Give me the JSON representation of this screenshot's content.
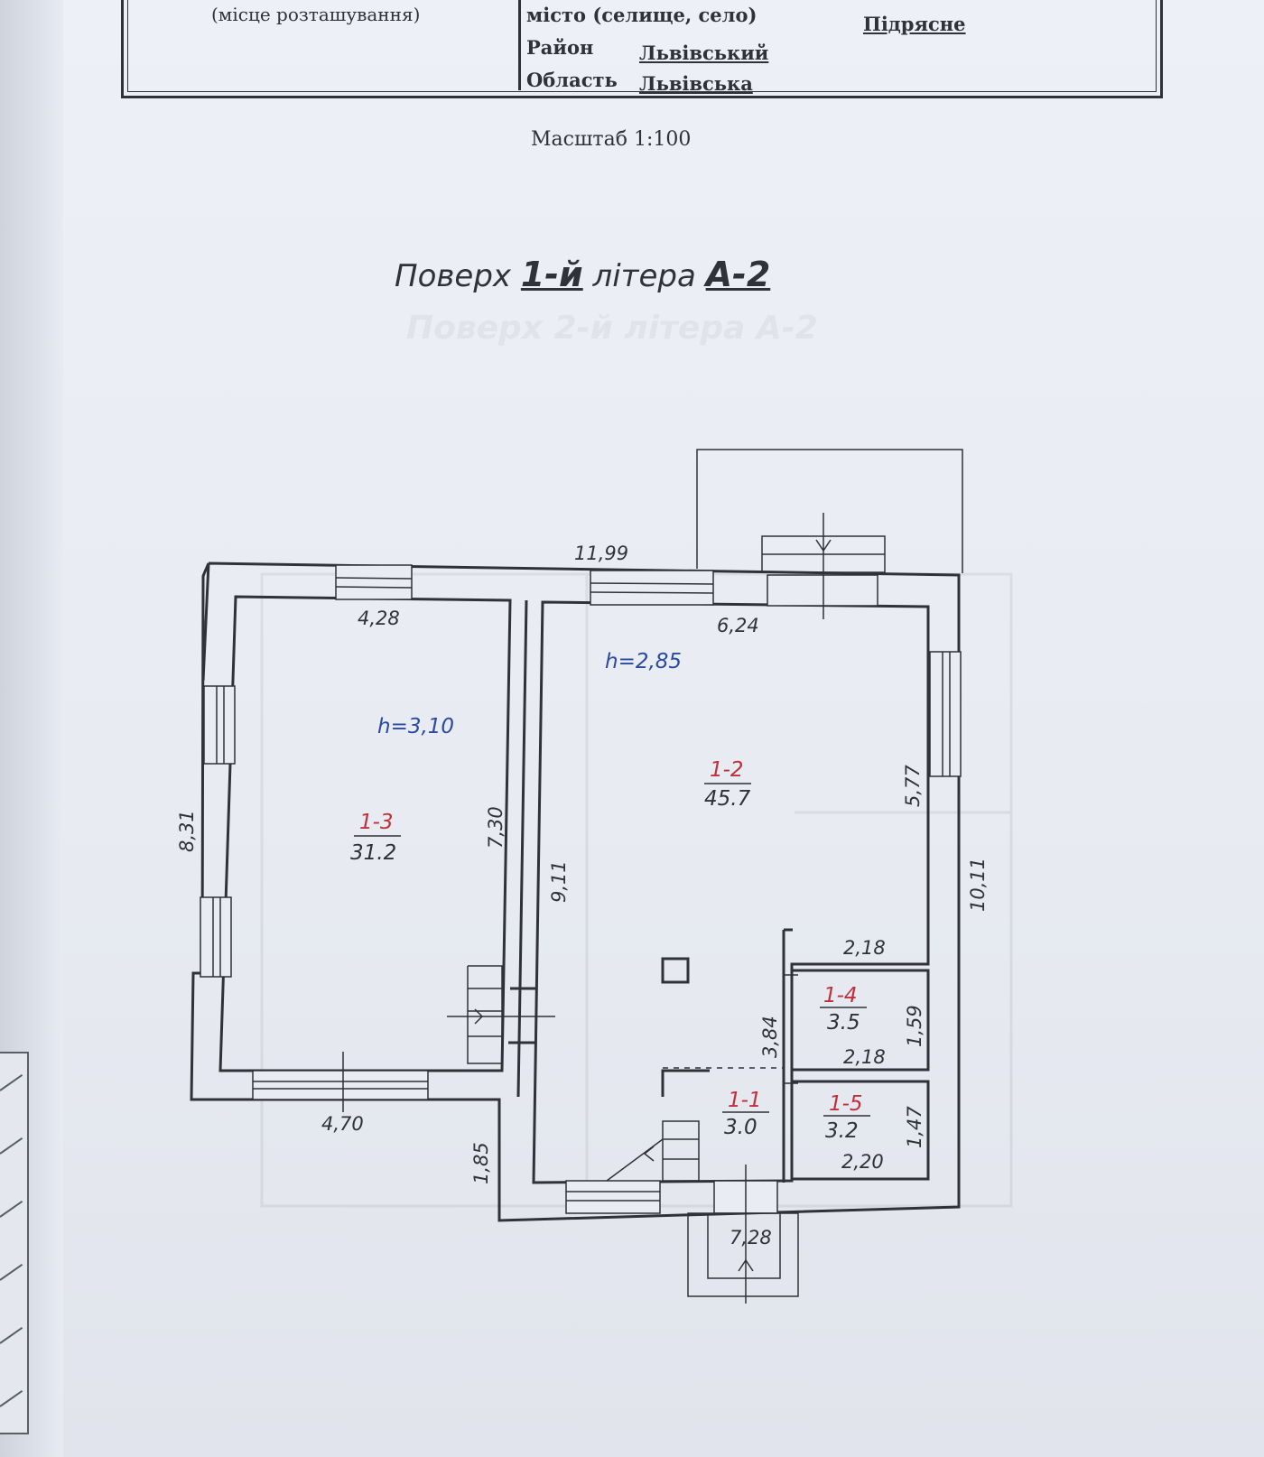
{
  "header": {
    "location_caption": "(місце розташування)",
    "city_label": "місто (селище, село)",
    "city_value": "Підрясне",
    "district_label": "Район",
    "district_value": "Львівський",
    "region_label": "Область",
    "region_value": "Львівська"
  },
  "scale": "Масштаб  1:100",
  "plan_title": {
    "floor_word": "Поверх",
    "floor_value": "1-й",
    "letter_word": "літера",
    "letter_value": "А-2"
  },
  "ghost_title": "Поверх 2-й літера А-2",
  "heights": {
    "h_left": "h=3,10",
    "h_right": "h=2,85"
  },
  "rooms": {
    "r13": {
      "num": "1-3",
      "area": "31.2"
    },
    "r12": {
      "num": "1-2",
      "area": "45.7"
    },
    "r14": {
      "num": "1-4",
      "area": "3.5"
    },
    "r15": {
      "num": "1-5",
      "area": "3.2"
    },
    "r11": {
      "num": "1-1",
      "area": "3.0"
    }
  },
  "dimensions": {
    "top_total": "11,99",
    "r13_width_top": "4,28",
    "r12_width_top": "6,24",
    "left_total": "8,31",
    "r13_height": "7,30",
    "r12_height_left": "9,11",
    "r12_height_right": "5,77",
    "right_total": "10,11",
    "r14_top_width": "2,18",
    "r14_height": "1,59",
    "r14_bottom_width": "2,18",
    "r15_height": "1,47",
    "r15_width": "2,20",
    "corridor_height": "3,84",
    "bottom_left": "4,70",
    "step_height": "1,85",
    "bottom_right": "7,28"
  }
}
